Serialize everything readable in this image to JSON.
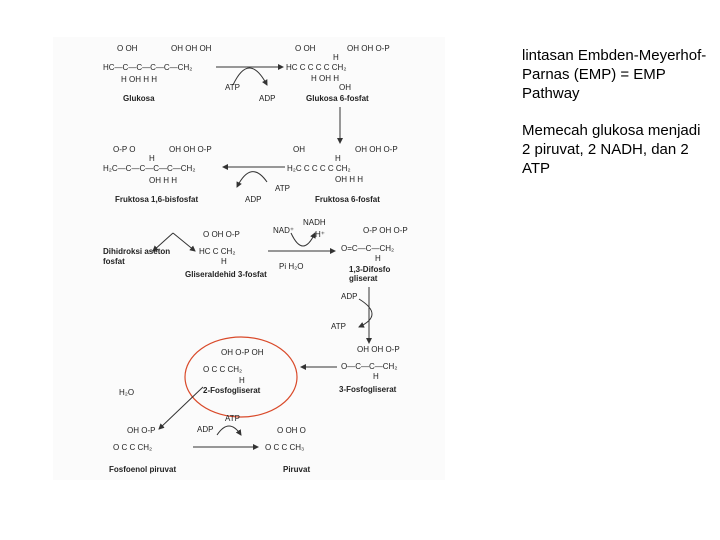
{
  "side_text": {
    "heading": "lintasan Embden-Meyerhof-Parnas (EMP) = EMP Pathway",
    "summary": "Memecah glukosa menjadi 2 piruvat, 2 NADH, dan 2 ATP"
  },
  "diagram": {
    "compounds": {
      "glukosa": "Glukosa",
      "glukosa_6_fosfat": "Glukosa 6-fosfat",
      "fruktosa_6_fosfat": "Fruktosa 6-fosfat",
      "fruktosa_1_6_bisfosfat": "Fruktosa 1,6-bisfosfat",
      "dihidroksi_aseton_fosfat": "Dihidroksi aseton fosfat",
      "gliseraldehid_3_fosfat": "Gliseraldehid 3-fosfat",
      "difosfogliserat_1_3": "1,3-Difosfo gliserat",
      "fosfogliserat_3": "3-Fosfogliserat",
      "fosfogliserat_2": "2-Fosfogliserat",
      "fosfoenol_piruvat": "Fosfoenol piruvat",
      "piruvat": "Piruvat"
    },
    "cofactors": {
      "atp_1": "ATP",
      "adp_1": "ADP",
      "atp_2": "ATP",
      "adp_2": "ADP",
      "nad": "NAD⁺",
      "nadh": "NADH",
      "h_plus": "H⁺",
      "pi_h2o": "Pi H₂O",
      "adp_3": "ADP",
      "atp_3": "ATP",
      "h2o": "H₂O",
      "adp_4": "ADP",
      "atp_4": "ATP"
    },
    "highlight_color": "#d94a2a"
  }
}
